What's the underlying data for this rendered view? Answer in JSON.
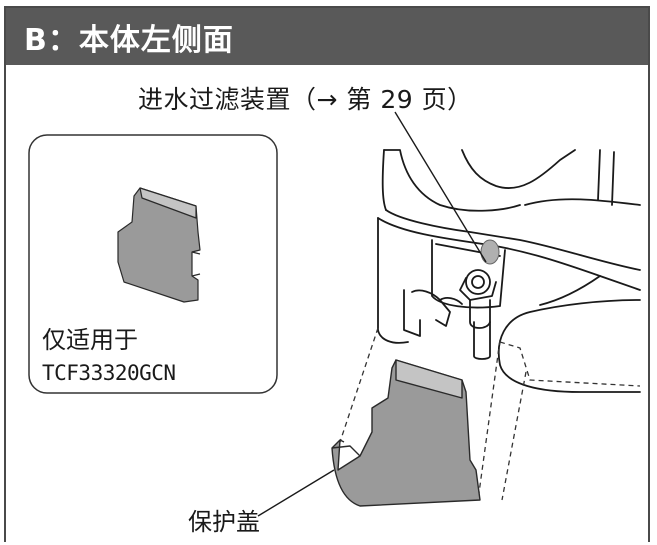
{
  "header": {
    "title": "B：本体左侧面"
  },
  "callout": {
    "water_inlet_filter": "进水过滤装置（→ 第 29 页）"
  },
  "inset": {
    "applicable_label": "仅适用于",
    "model_number": "TCF33320GCN"
  },
  "labels": {
    "protective_cover": "保护盖"
  },
  "colors": {
    "header_bg": "#595959",
    "header_text": "#ffffff",
    "part_gray": "#9a9a9a",
    "line": "#1a1a1a"
  }
}
